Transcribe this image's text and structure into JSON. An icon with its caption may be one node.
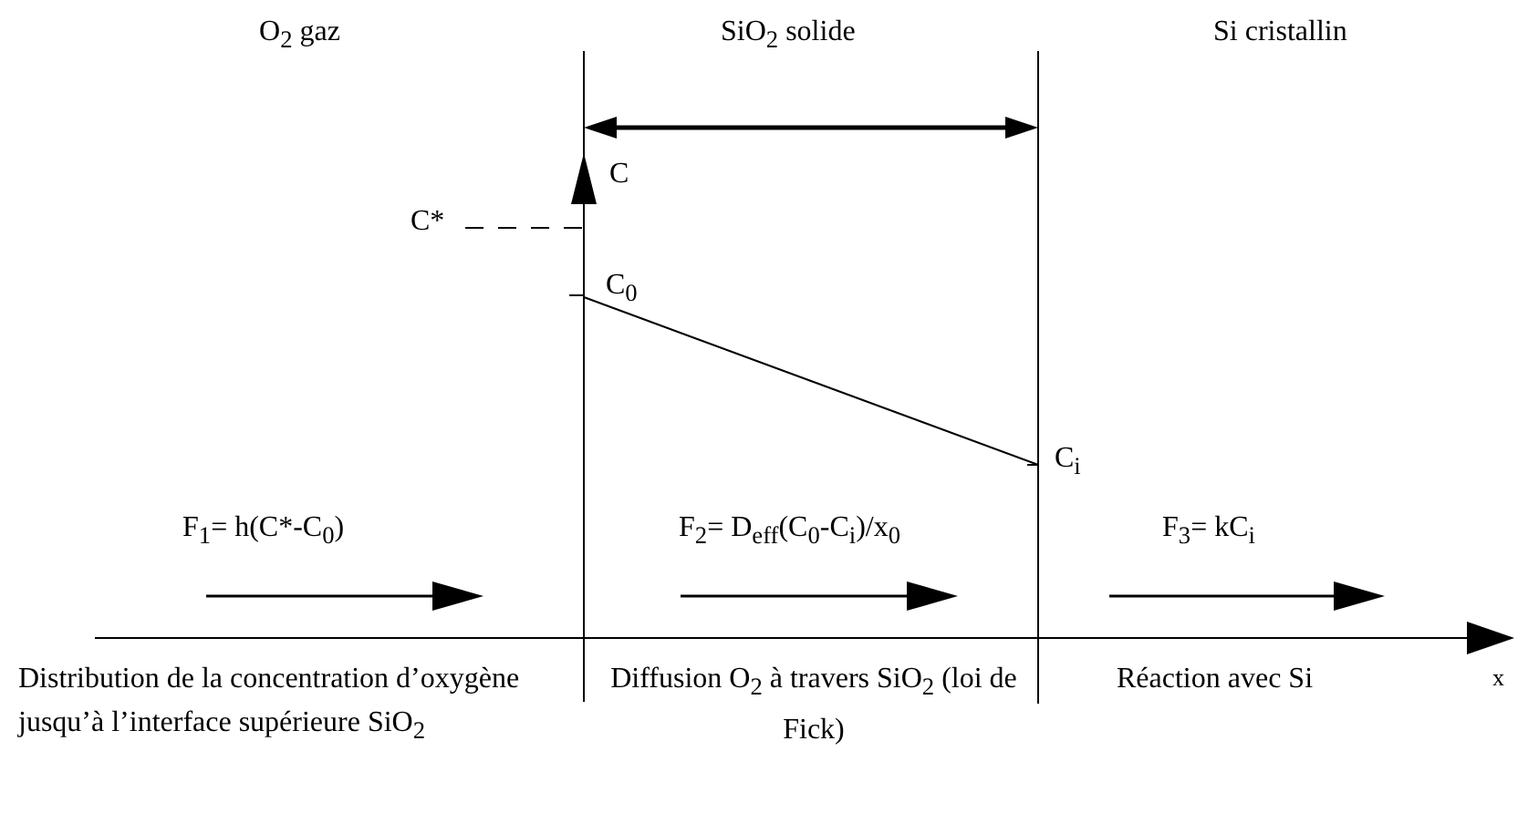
{
  "diagram": {
    "labels": [
      "O$_{2}$ gaz",
      "SiO$_{2}$ solide",
      "Si cristallin",
      "C",
      "C*",
      "C$_{0}$",
      "C$_{i}$",
      "F$_{1}$= h(C*-C$_{0}$)",
      "F$_{2}$= D$_{eff}$(C$_{0}$-C$_{i}$)/x$_{0}$",
      "F$_{3}$= kC$_{i}$",
      "x",
      "Distribution de la concentration d’oxygène jusqu’à l’interface supérieure SiO$_{2}$",
      "Diffusion O$_{2}$ à travers SiO$_{2}$ (loi de Fick)",
      "Réaction avec Si"
    ]
  }
}
